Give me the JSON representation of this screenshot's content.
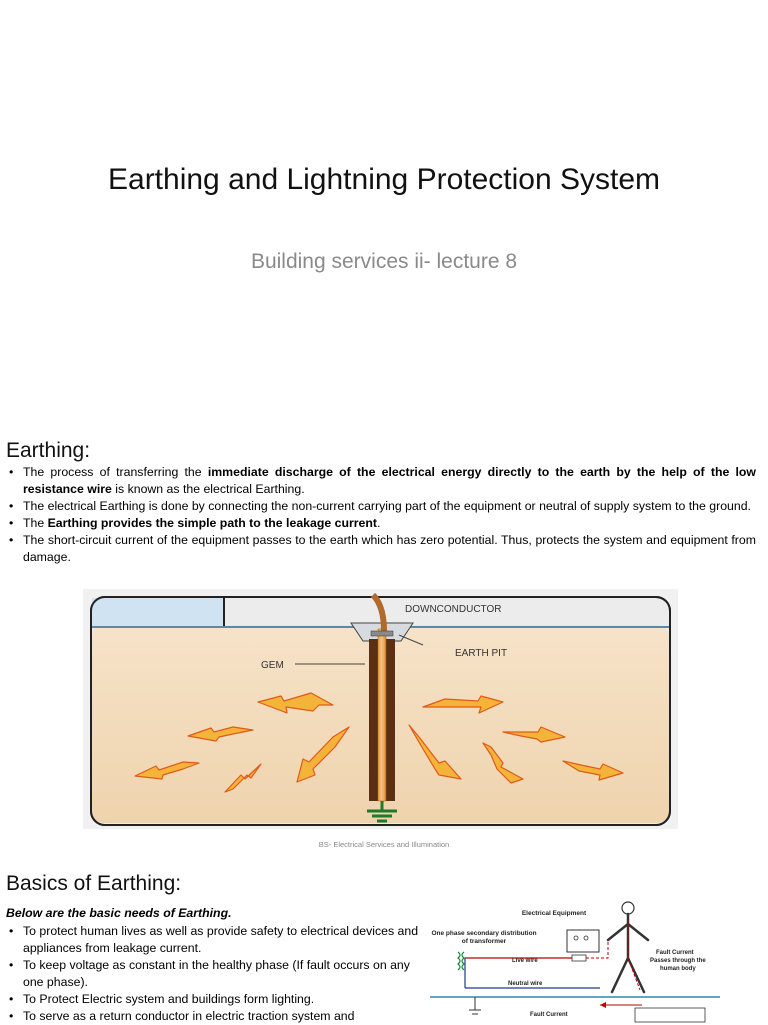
{
  "slide1": {
    "title": "Earthing and Lightning Protection System",
    "subtitle": "Building services ii- lecture 8"
  },
  "slide2": {
    "heading": "Earthing:",
    "bullets": [
      {
        "pre": "The process of transferring the ",
        "bold": "immediate discharge of the electrical energy directly to the earth by the help of the low resistance wire",
        "post": " is known as the electrical Earthing."
      },
      {
        "pre": "The electrical Earthing is done by connecting the non-current carrying part of the equipment or neutral of supply system to the ground.",
        "bold": "",
        "post": ""
      },
      {
        "pre": "The ",
        "bold": "Earthing provides the simple path to the leakage current",
        "post": "."
      },
      {
        "pre": "The short-circuit current of the equipment passes to the earth which has zero potential. Thus, protects the system and equipment from damage.",
        "bold": "",
        "post": ""
      }
    ],
    "diagram": {
      "downconductor": "DOWNCONDUCTOR",
      "earth_pit": "EARTH PIT",
      "gem": "GEM"
    },
    "caption": "BS- Electrical Services and Illumination"
  },
  "slide3": {
    "heading": "Basics of Earthing:",
    "subheading": "Below are the basic needs of Earthing.",
    "bullets": [
      "To protect human lives as well as provide safety to electrical devices and appliances from leakage current.",
      "To keep voltage as constant in the healthy phase (If fault occurs on any one phase).",
      "To Protect Electric system and buildings form lighting.",
      "To serve as a return conductor in electric traction system and"
    ],
    "diagram": {
      "equipment": "Electrical Equipment",
      "transformer": "One phase secondary distribution of transformer",
      "live": "Live wire",
      "neutral": "Neutral wire",
      "fault_body": "Fault Current Passes through the human body",
      "fault": "Fault Current"
    }
  }
}
